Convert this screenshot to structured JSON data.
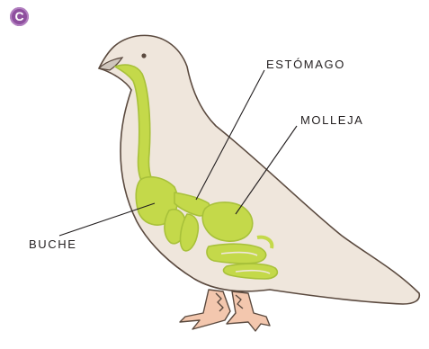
{
  "badge": "C",
  "labels": {
    "estomago": "ESTÓMAGO",
    "molleja": "MOLLEJA",
    "buche": "BUCHE"
  },
  "colors": {
    "body": "#efe6dc",
    "outline": "#5b4a3f",
    "organs": "#c4d94a",
    "organ_dark": "#a8c13a",
    "feet": "#f3c7ae",
    "badge": "#8e4f9e"
  }
}
